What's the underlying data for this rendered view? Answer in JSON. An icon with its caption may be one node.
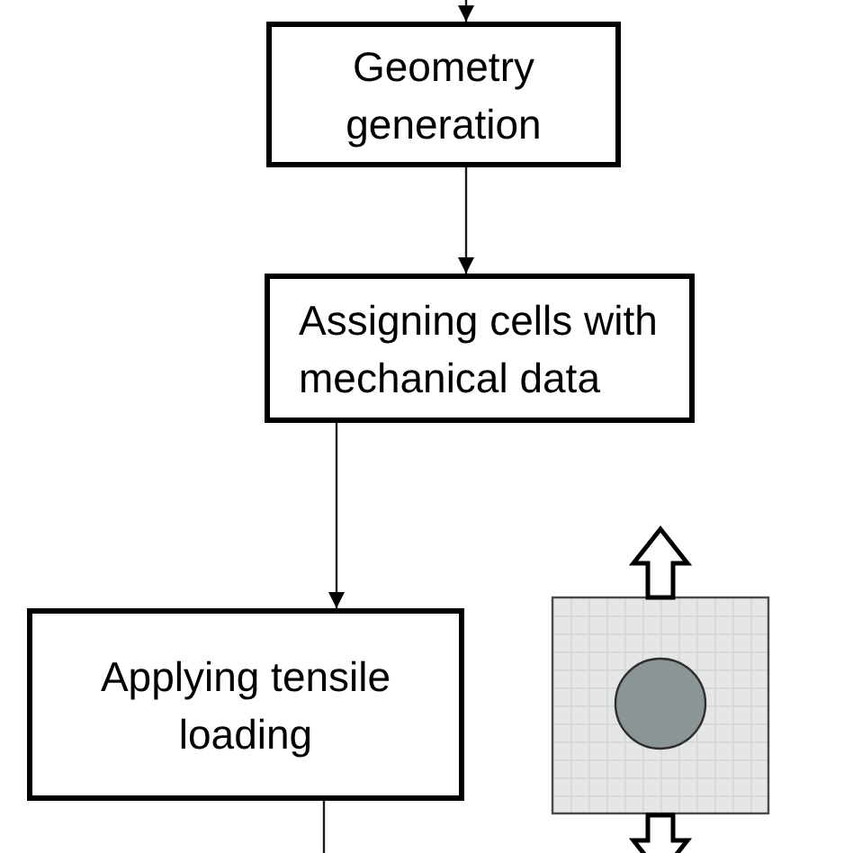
{
  "diagram": {
    "nodes": [
      {
        "text": [
          "Geometry generation"
        ]
      },
      {
        "text": [
          "Assigning cells with mechanical data"
        ]
      },
      {
        "text": [
          "Applying tensile loading"
        ]
      }
    ],
    "edges": [
      {
        "from": null,
        "to": 0,
        "arrow": "to"
      },
      {
        "from": 0,
        "to": 1,
        "arrow": "to"
      },
      {
        "from": 1,
        "to": 2,
        "arrow": "to"
      },
      {
        "from": 2,
        "to": null,
        "arrow": "none"
      }
    ]
  }
}
